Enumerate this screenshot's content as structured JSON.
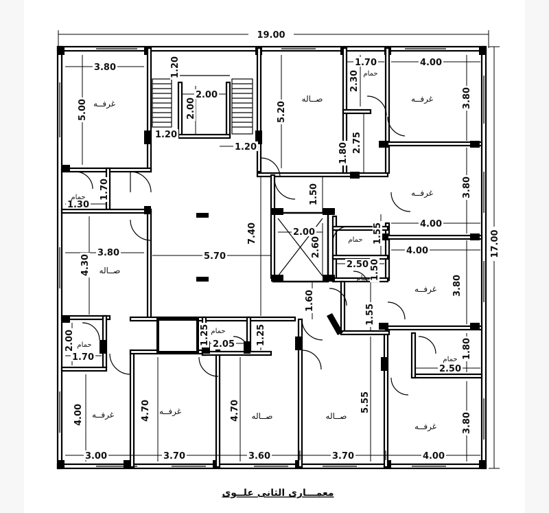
{
  "plan": {
    "caption": "معمـــارى الثانى علــوى",
    "overall": {
      "width": "19.00",
      "height": "17.00"
    },
    "rooms": {
      "bedroom": "غرفــه",
      "hall": "صــاله",
      "bath": "حمام"
    },
    "dims": {
      "top_left_width": "3.80",
      "top_left_height": "5.00",
      "stair_top": "1.20",
      "stair_width": "2.00",
      "stair_height": "2.00",
      "stair_landing_left": "1.20",
      "stair_landing_right": "1.20",
      "hall_top_height": "5.20",
      "bath_top_width": "1.70",
      "bath_top_height": "2.30",
      "top_right_width": "4.00",
      "top_right_height": "3.80",
      "corridor_a": "1.80",
      "corridor_b": "2.75",
      "left_bath_height": "1.70",
      "left_bath_width": "1.30",
      "mid_right_width": "4.00",
      "mid_right_height": "3.80",
      "corridor_c": "1.50",
      "center_height": "7.40",
      "elevator_width": "2.00",
      "elevator_height": "2.60",
      "bath_mid_height": "1.55",
      "left_hall_width": "3.80",
      "left_hall_height": "4.30",
      "center_width": "5.70",
      "bath_mid_width": "2.50",
      "bath_mid_height2": "1.50",
      "right_room3_width": "4.00",
      "right_room3_height": "3.80",
      "lobby_height": "1.60",
      "lobby_right": "1.55",
      "left_bath2_height": "2.00",
      "left_bath2_width": "1.70",
      "bath_center_h1": "1.25",
      "bath_center_width": "2.05",
      "bath_center_h2": "1.25",
      "right_bath_width": "2.50",
      "right_bath_height": "1.80",
      "bottom_r1_height": "4.00",
      "bottom_r2_height": "4.70",
      "bottom_hall1_height": "4.70",
      "bottom_hall2_height": "5.55",
      "bottom_r5_height": "3.80",
      "bottom_w1": "3.00",
      "bottom_w2": "3.70",
      "bottom_w3": "3.60",
      "bottom_w4": "3.70",
      "bottom_w5": "4.00"
    }
  }
}
